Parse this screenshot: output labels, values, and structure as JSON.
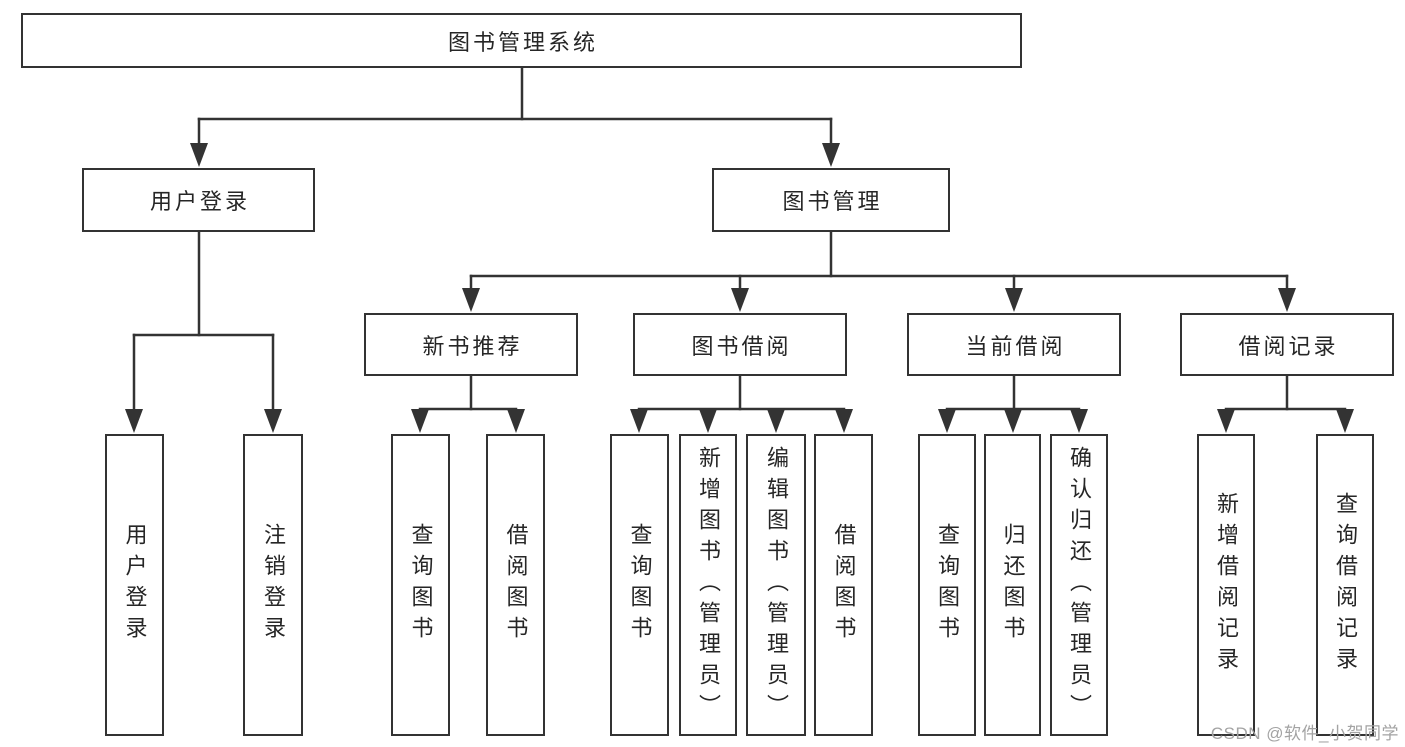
{
  "tree": {
    "label": "图书管理系统",
    "children": [
      {
        "label": "用户登录",
        "children": [
          {
            "label": "用户登录"
          },
          {
            "label": "注销登录"
          }
        ]
      },
      {
        "label": "图书管理",
        "children": [
          {
            "label": "新书推荐",
            "children": [
              {
                "label": "查询图书"
              },
              {
                "label": "借阅图书"
              }
            ]
          },
          {
            "label": "图书借阅",
            "children": [
              {
                "label": "查询图书"
              },
              {
                "label": "新增图书（管理员）"
              },
              {
                "label": "编辑图书（管理员）"
              },
              {
                "label": "借阅图书"
              }
            ]
          },
          {
            "label": "当前借阅",
            "children": [
              {
                "label": "查询图书"
              },
              {
                "label": "归还图书"
              },
              {
                "label": "确认归还（管理员）"
              }
            ]
          },
          {
            "label": "借阅记录",
            "children": [
              {
                "label": "新增借阅记录"
              },
              {
                "label": "查询借阅记录"
              }
            ]
          }
        ]
      }
    ]
  },
  "watermark": {
    "text": "CSDN @软件_小贺同学"
  },
  "colors": {
    "line": "#333333",
    "box_border": "#333333",
    "text": "#262626",
    "watermark": "#a3a3a3",
    "background": "#ffffff"
  }
}
